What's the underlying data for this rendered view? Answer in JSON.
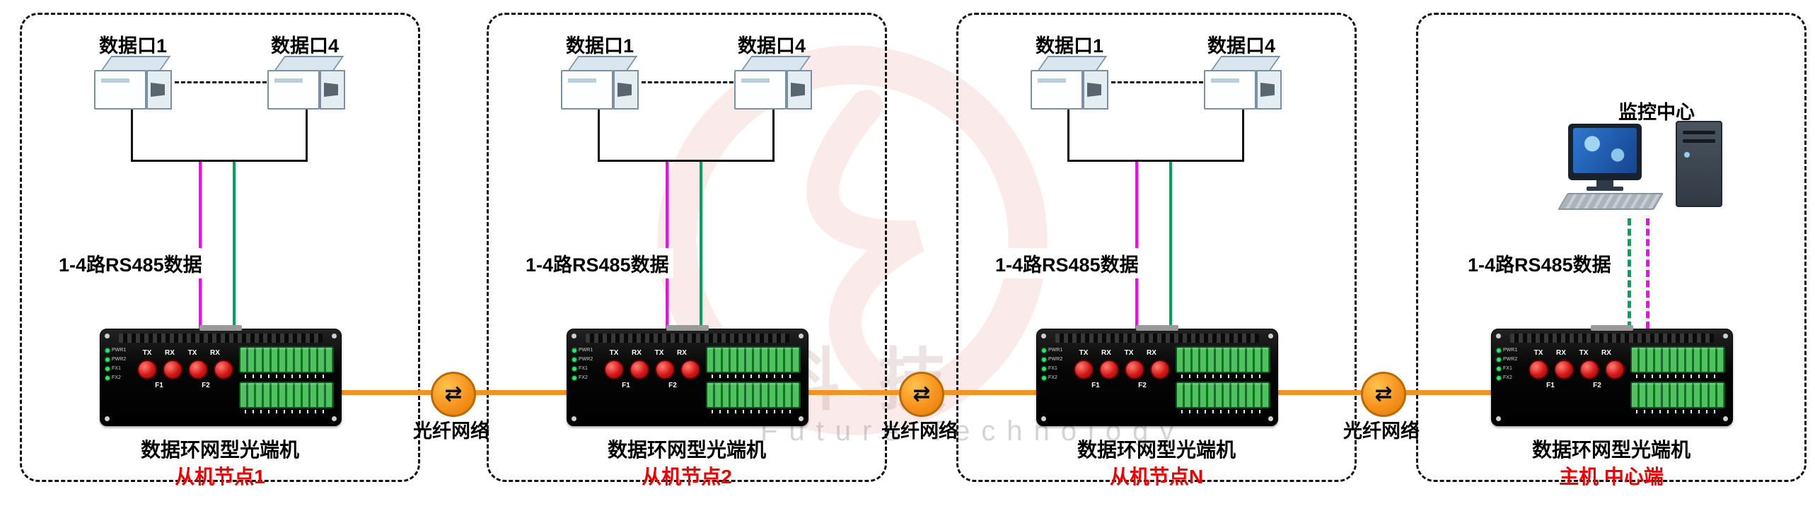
{
  "watermark": {
    "cn": "畅科技",
    "en": "Future Technology"
  },
  "icons": {
    "fiber_arrows": "⇄"
  },
  "fiber_links": [
    {
      "label": "光纤网络"
    },
    {
      "label": "光纤网络"
    },
    {
      "label": "光纤网络"
    }
  ],
  "nodes": [
    {
      "port1": "数据口1",
      "port4": "数据口4",
      "rs485": "1-4路RS485数据",
      "device": "数据环网型光端机",
      "name": "从机节点1"
    },
    {
      "port1": "数据口1",
      "port4": "数据口4",
      "rs485": "1-4路RS485数据",
      "device": "数据环网型光端机",
      "name": "从机节点2"
    },
    {
      "port1": "数据口1",
      "port4": "数据口4",
      "rs485": "1-4路RS485数据",
      "device": "数据环网型光端机",
      "name": "从机节点N"
    },
    {
      "monitor": "监控中心",
      "rs485": "1-4路RS485数据",
      "device": "数据环网型光端机",
      "name": "主机 中心端"
    }
  ],
  "device_panel": {
    "tx": "TX",
    "rx": "RX",
    "f1": "F1",
    "f2": "F2",
    "leds": [
      "PWR1",
      "PWR2",
      "FX1",
      "FX2"
    ]
  }
}
